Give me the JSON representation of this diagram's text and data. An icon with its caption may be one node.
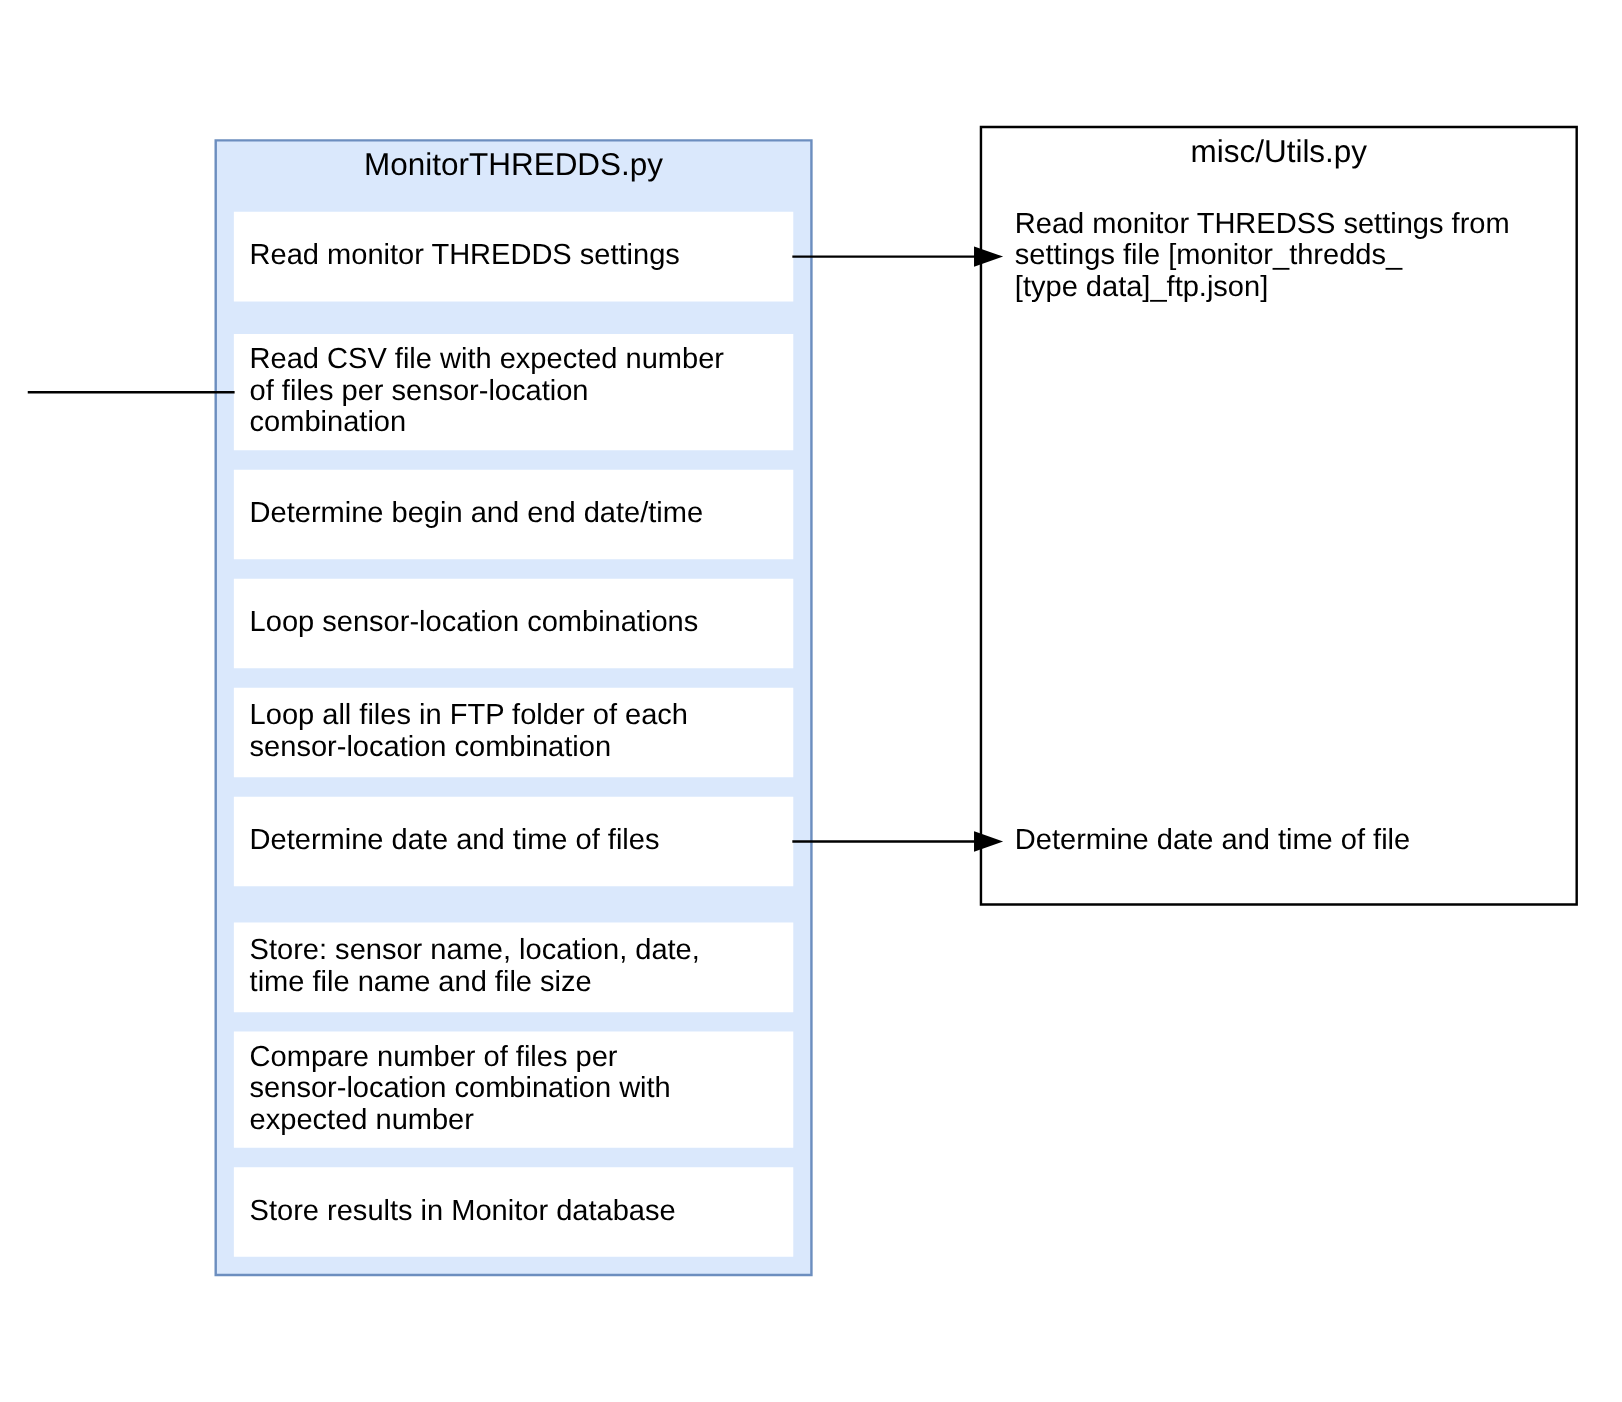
{
  "diagram": {
    "nodes": [
      {
        "text": [
          "MonitorTHREDDS.py"
        ]
      },
      {
        "text": [
          "Read monitor THREDDS settings"
        ],
        "in": 0
      },
      {
        "text": [
          "Read CSV file with expected number of files per sensor-location combination"
        ],
        "in": 0
      },
      {
        "text": [
          "Determine begin and end date/time"
        ],
        "in": 0
      },
      {
        "text": [
          "Loop sensor-location combinations"
        ],
        "in": 0
      },
      {
        "text": [
          "Loop all files in FTP folder of each sensor-location combination"
        ],
        "in": 0
      },
      {
        "text": [
          "Determine date and time of files"
        ],
        "in": 0
      },
      {
        "text": [
          "Store: sensor name, location, date, time file name and file size"
        ],
        "in": 0
      },
      {
        "text": [
          "Compare number of files per sensor-location combination with expected number"
        ],
        "in": 0
      },
      {
        "text": [
          "Store results in Monitor database"
        ],
        "in": 0
      },
      {
        "text": [
          "misc/Utils.py"
        ]
      },
      {
        "text": [
          "Read monitor THREDSS settings from settings file [monitor_thredds_ [type data]_ftp.json]"
        ],
        "in": 10
      },
      {
        "text": [
          "Determine date and time of file"
        ],
        "in": 10
      }
    ],
    "edges": [
      {
        "from": null,
        "to": 2,
        "arrow": "none"
      },
      {
        "from": 1,
        "to": 11,
        "arrow": "to"
      },
      {
        "from": 6,
        "to": 12,
        "arrow": "to"
      }
    ]
  }
}
